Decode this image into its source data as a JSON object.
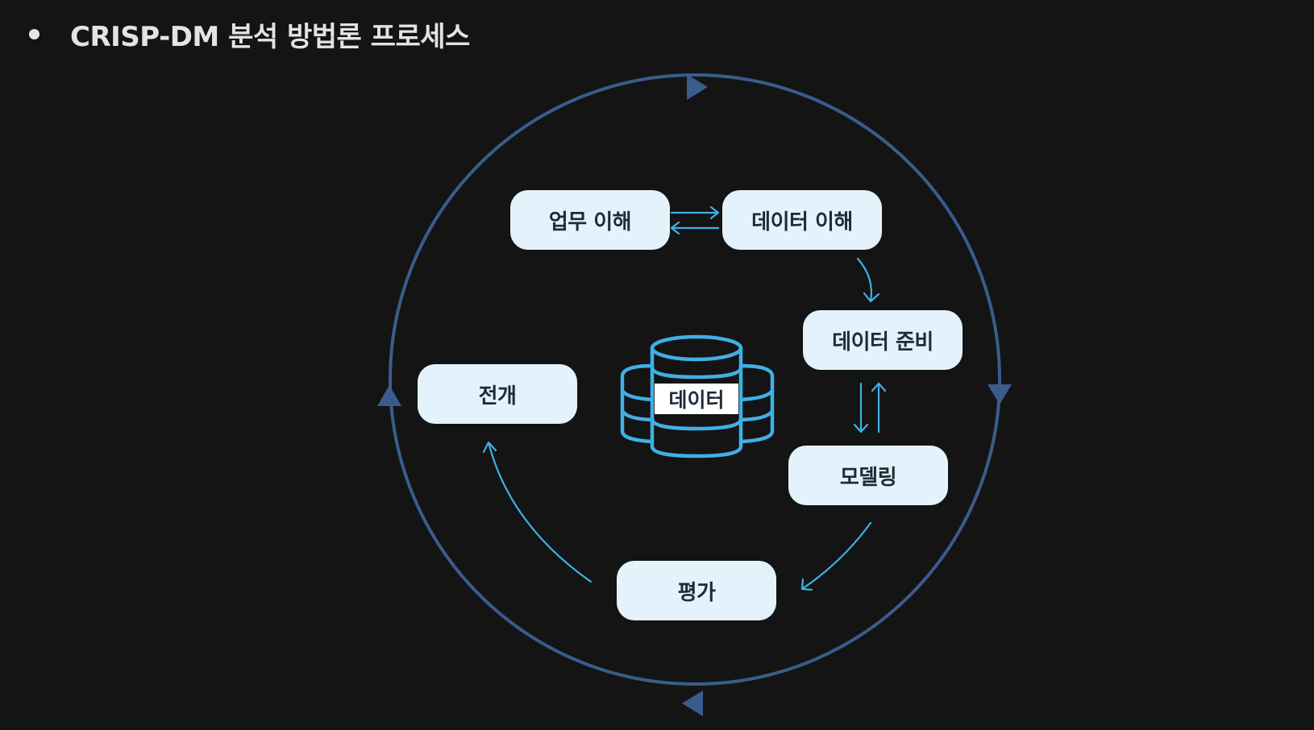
{
  "slide": {
    "title": "CRISP-DM 분석 방법론 프로세스"
  },
  "diagram": {
    "center_label": "데이터",
    "steps": [
      {
        "label": "업무 이해"
      },
      {
        "label": "데이터 이해"
      },
      {
        "label": "데이터 준비"
      },
      {
        "label": "모델링"
      },
      {
        "label": "평가"
      },
      {
        "label": "전개"
      }
    ]
  },
  "colors": {
    "background": "#141414",
    "outer_cycle": "#3a5c8c",
    "inner_arrows": "#3fb0e6",
    "database_icon": "#3fb0e6",
    "step_fill": "#e3f2fb",
    "step_text": "#1f2b36"
  }
}
